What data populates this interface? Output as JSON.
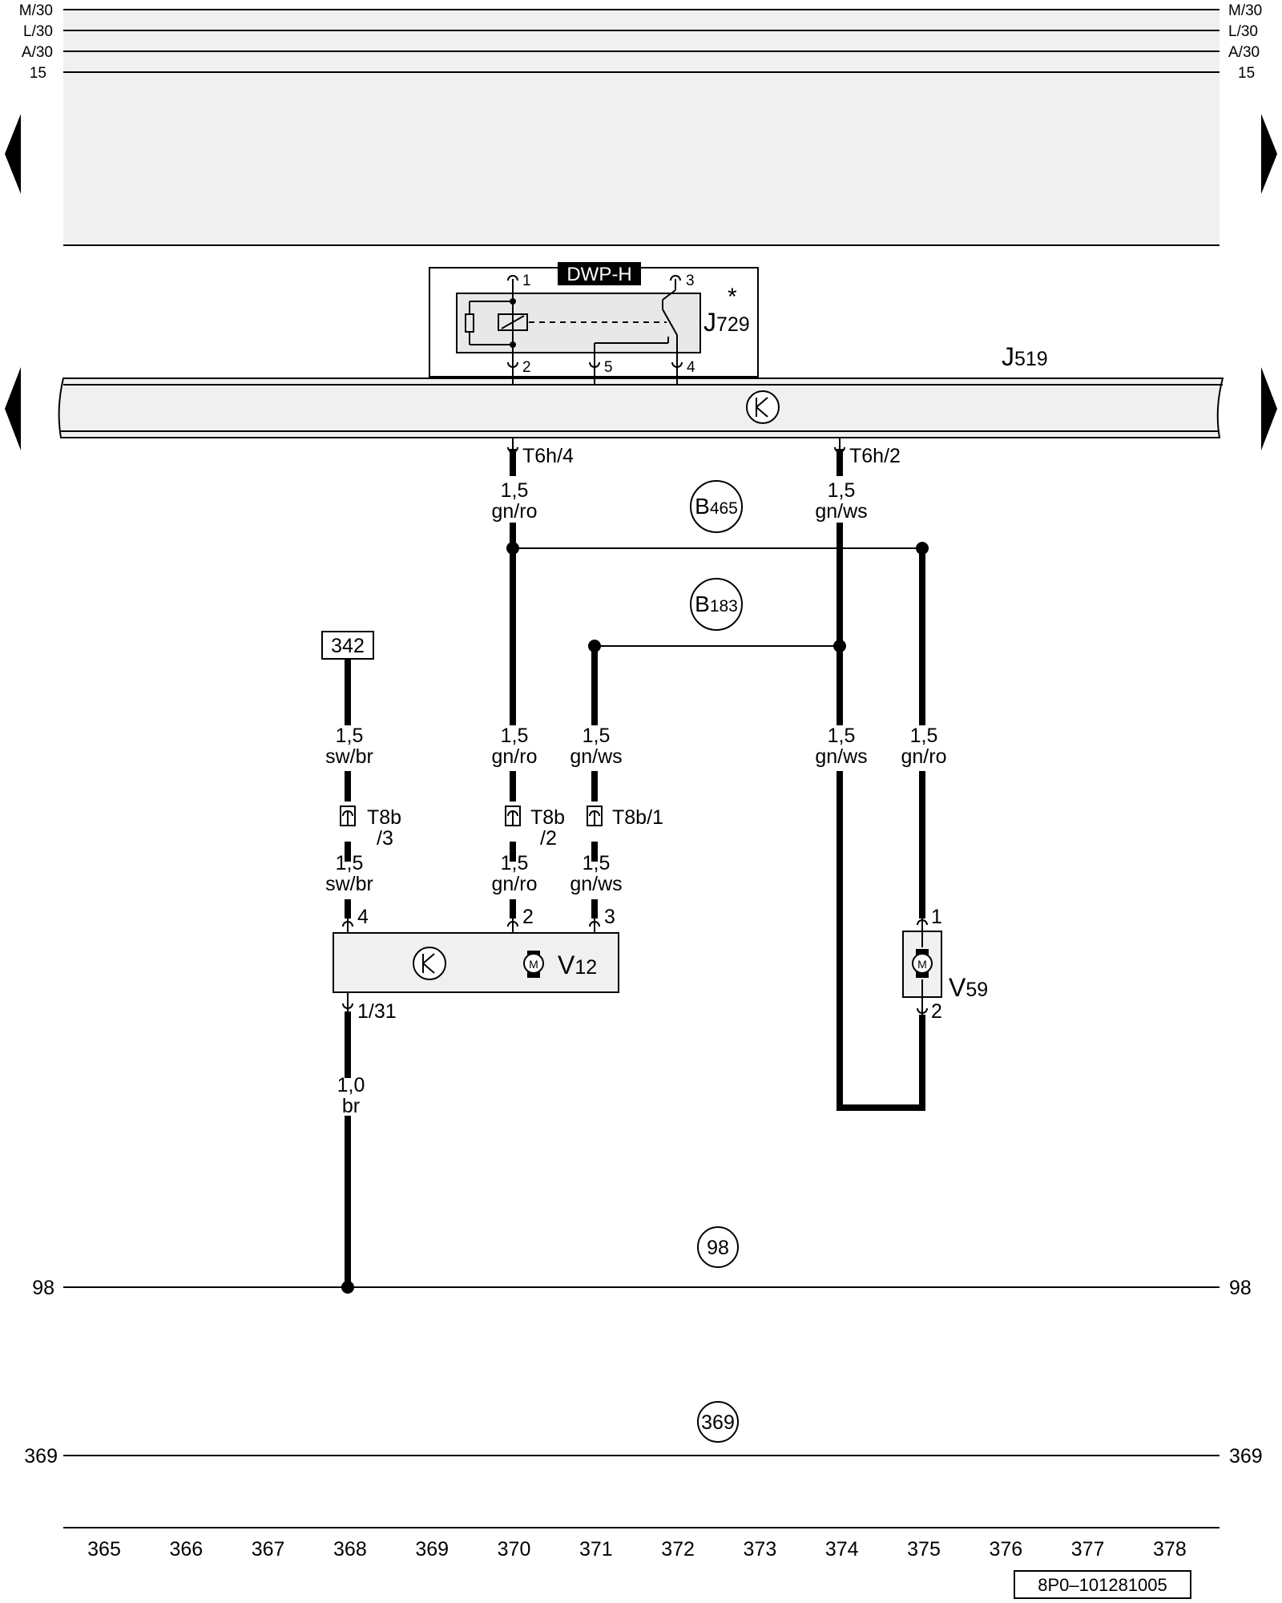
{
  "supply_lines": [
    {
      "label": "M/30"
    },
    {
      "label": "L/30"
    },
    {
      "label": "A/30"
    },
    {
      "label": "15"
    }
  ],
  "ground_lines": [
    {
      "label": "98",
      "marker": "98"
    },
    {
      "label": "369",
      "marker": "369"
    }
  ],
  "components": {
    "j729": {
      "letter": "J",
      "sub": "729",
      "star": "*",
      "tag": "DWP-H",
      "pins": [
        "1",
        "3",
        "2",
        "5",
        "4"
      ]
    },
    "j519": {
      "letter": "J",
      "sub": "519"
    },
    "v12": {
      "letter": "V",
      "sub": "12",
      "pins": [
        "4",
        "2",
        "3"
      ],
      "pin_ground": "1/31"
    },
    "v59": {
      "letter": "V",
      "sub": "59",
      "pins": [
        "1",
        "2"
      ]
    },
    "motor_symbol": "M"
  },
  "connectors": {
    "t6h_4": "T6h/4",
    "t6h_2": "T6h/2",
    "t8b_3": {
      "name": "T8b",
      "pin": "/3"
    },
    "t8b_2": {
      "name": "T8b",
      "pin": "/2"
    },
    "t8b_1": "T8b/1"
  },
  "splices": {
    "b465": {
      "letter": "B",
      "sub": "465"
    },
    "b183": {
      "letter": "B",
      "sub": "183"
    }
  },
  "reference_box": "342",
  "wires": {
    "w_370_top": {
      "size": "1,5",
      "color": "gn/ro"
    },
    "w_374_top": {
      "size": "1,5",
      "color": "gn/ws"
    },
    "w_368_up": {
      "size": "1,5",
      "color": "sw/br"
    },
    "w_370_mid": {
      "size": "1,5",
      "color": "gn/ro"
    },
    "w_371_up": {
      "size": "1,5",
      "color": "gn/ws"
    },
    "w_374_mid": {
      "size": "1,5",
      "color": "gn/ws"
    },
    "w_375_mid": {
      "size": "1,5",
      "color": "gn/ro"
    },
    "w_368_low": {
      "size": "1,5",
      "color": "sw/br"
    },
    "w_370_low": {
      "size": "1,5",
      "color": "gn/ro"
    },
    "w_371_low": {
      "size": "1,5",
      "color": "gn/ws"
    },
    "w_368_ground": {
      "size": "1,0",
      "color": "br"
    }
  },
  "scale": [
    "365",
    "366",
    "367",
    "368",
    "369",
    "370",
    "371",
    "372",
    "373",
    "374",
    "375",
    "376",
    "377",
    "378"
  ],
  "document_id": "8P0–101281005",
  "colors": {
    "line": "#000000",
    "panel": "#f0f0f0",
    "background": "#ffffff"
  }
}
